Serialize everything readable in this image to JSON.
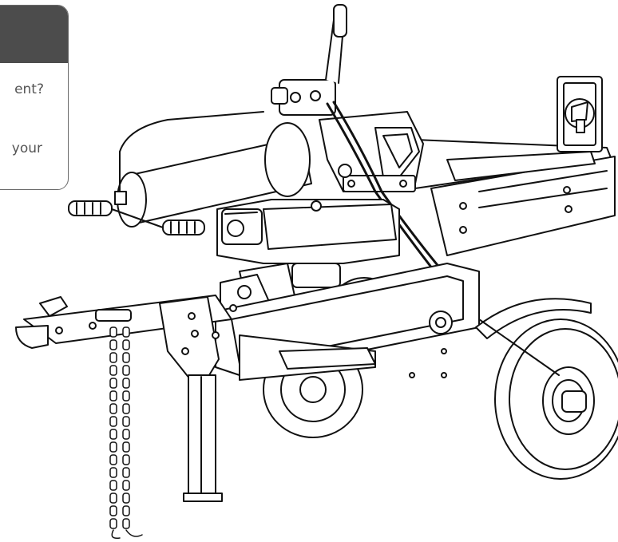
{
  "card": {
    "line1": "ent?",
    "line2": "your"
  },
  "illustration": {
    "subject": "log-splitter",
    "stroke_color": "#111111",
    "fill_color": "#ffffff",
    "card_header_color": "#4c4c4c"
  }
}
